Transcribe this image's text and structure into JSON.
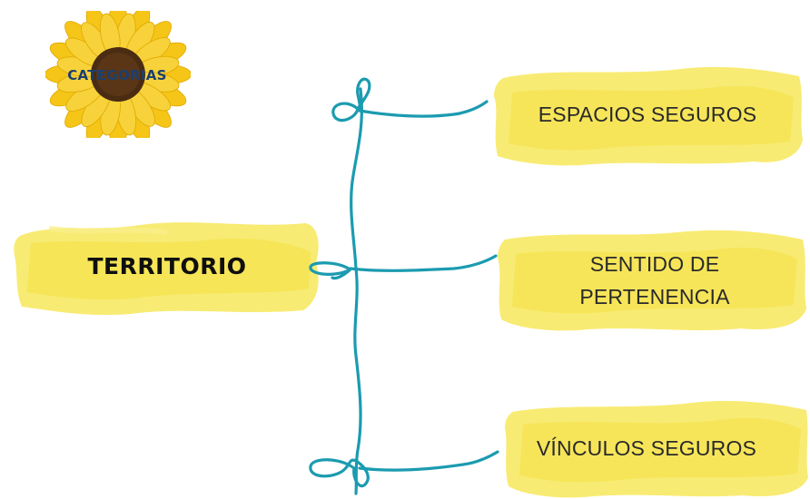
{
  "badge": {
    "text": "CATEGORIAS",
    "icon": "sunflower-icon"
  },
  "root": {
    "label": "TERRITORIO"
  },
  "branches": [
    {
      "label": "ESPACIOS SEGUROS"
    },
    {
      "label": "SENTIDO DE PERTENENCIA"
    },
    {
      "label": "VÍNCULOS SEGUROS"
    }
  ],
  "colors": {
    "highlight": "#f7e85a",
    "connector": "#1b9bb0",
    "badge_text": "#1a3f72",
    "petal": "#f5c518",
    "flower_center": "#4a2c12"
  }
}
